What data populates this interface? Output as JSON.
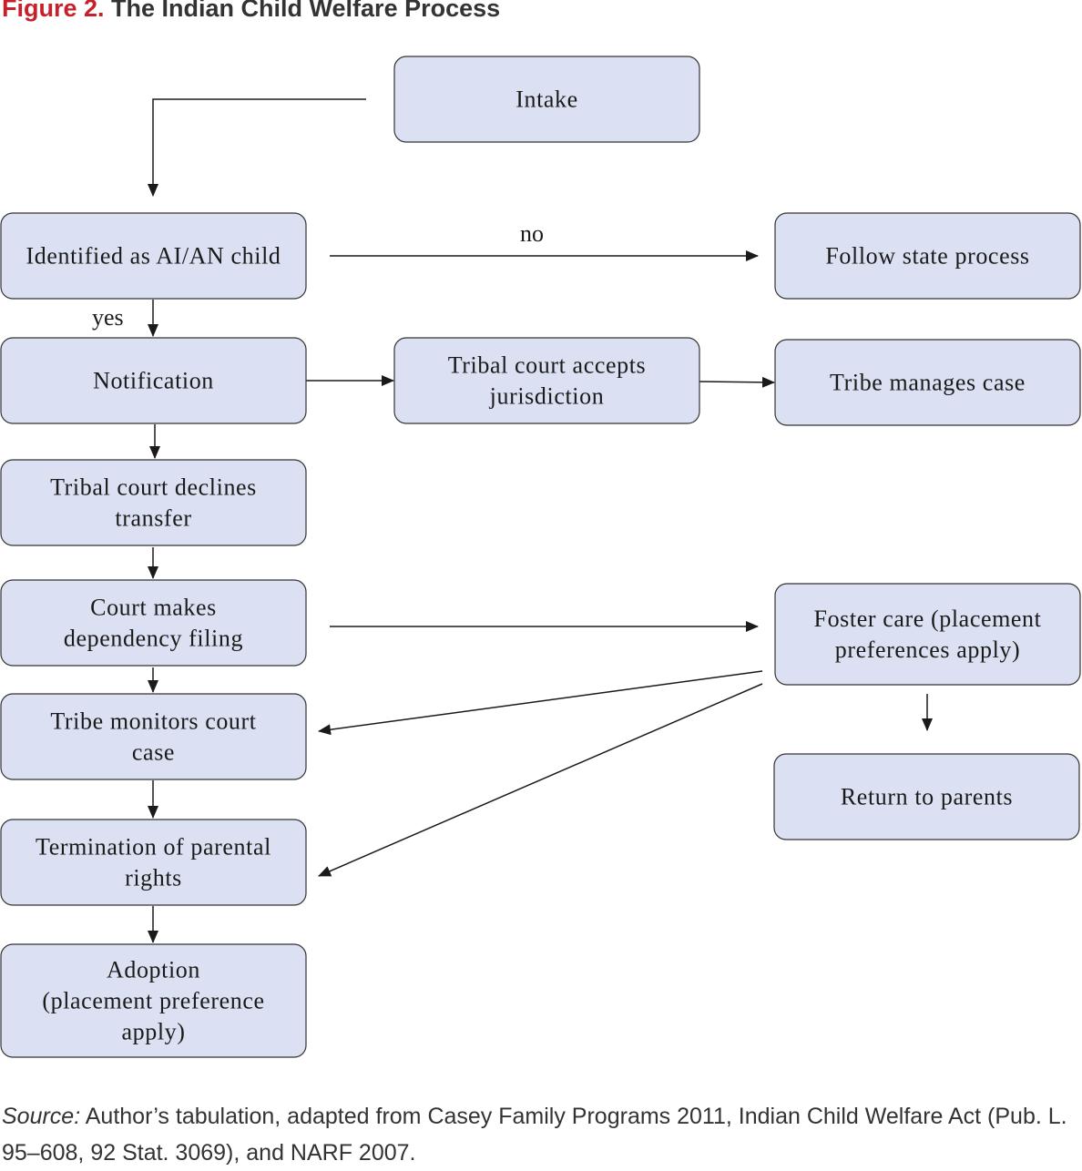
{
  "figure": {
    "label": "Figure 2.",
    "title": "The Indian Child Welfare Process"
  },
  "nodes": {
    "intake": [
      "Intake"
    ],
    "identified": [
      "Identified as AI/AN child"
    ],
    "follow_state": [
      "Follow state process"
    ],
    "notification": [
      "Notification"
    ],
    "tribal_accepts": [
      "Tribal court accepts",
      "jurisdiction"
    ],
    "tribe_manages": [
      "Tribe manages case"
    ],
    "tribal_declines": [
      "Tribal court declines",
      "transfer"
    ],
    "dependency": [
      "Court makes",
      "dependency filing"
    ],
    "foster_care": [
      "Foster care (placement",
      "preferences apply)"
    ],
    "monitors": [
      "Tribe monitors court",
      "case"
    ],
    "return_parents": [
      "Return to parents"
    ],
    "termination": [
      "Termination of parental",
      "rights"
    ],
    "adoption": [
      "Adoption",
      "(placement preference",
      "apply)"
    ]
  },
  "edge_labels": {
    "no": "no",
    "yes": "yes"
  },
  "source": {
    "lead": "Source:",
    "text": " Author’s tabulation, adapted from Casey Family Programs 2011, Indian Child Welfare Act (Pub. L. 95–608, 92 Stat. 3069), and NARF 2007."
  },
  "colors": {
    "box_fill": "#dbe1f2",
    "box_stroke": "#333333",
    "figure_label": "#c8202b"
  }
}
